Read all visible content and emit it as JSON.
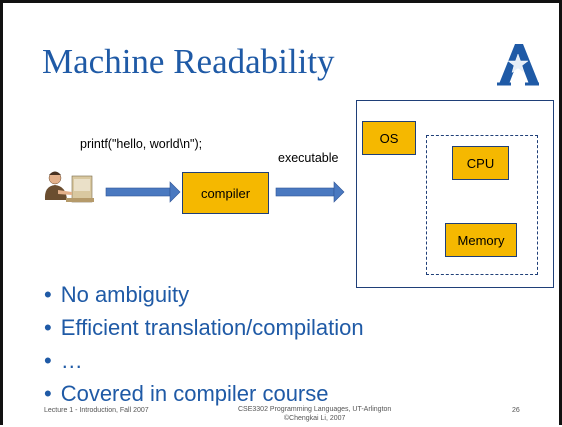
{
  "slide": {
    "title": "Machine Readability",
    "colors": {
      "title": "#1f5aa6",
      "box_fill": "#f5b800",
      "box_border": "#1f3f78",
      "arrow": "#4a79c0"
    }
  },
  "diagram": {
    "code_text": "printf(\"hello, world\\n\");",
    "executable_label": "executable",
    "compiler_label": "compiler",
    "os_label": "OS",
    "cpu_label": "CPU",
    "memory_label": "Memory",
    "person_icon": "person-at-computer-icon",
    "logo_icon": "uta-star-logo-icon"
  },
  "bullets": [
    "No ambiguity",
    "Efficient translation/compilation",
    "…",
    "Covered in compiler course"
  ],
  "footer": {
    "left": "Lecture 1 - Introduction, Fall 2007",
    "center_line1": "CSE3302 Programming Languages, UT-Arlington",
    "center_line2": "©Chengkai Li, 2007",
    "page_number": "26"
  }
}
